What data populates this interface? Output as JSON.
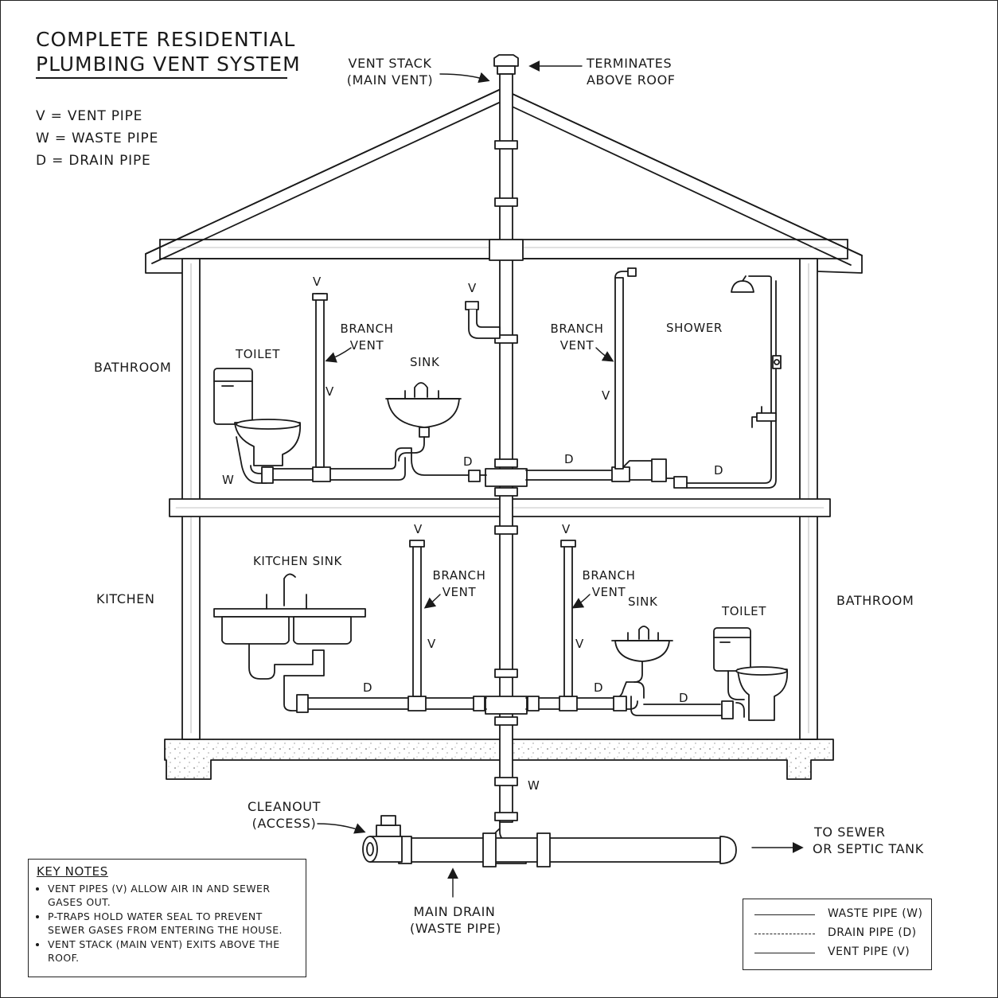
{
  "title": {
    "line1": "COMPLETE RESIDENTIAL",
    "line2": "PLUMBING VENT SYSTEM"
  },
  "abbreviations": [
    "V = VENT PIPE",
    "W = WASTE PIPE",
    "D = DRAIN PIPE"
  ],
  "callouts": {
    "vent_stack": [
      "VENT STACK",
      "(MAIN VENT)"
    ],
    "terminates": [
      "TERMINATES",
      "ABOVE ROOF"
    ],
    "cleanout": [
      "CLEANOUT",
      "(ACCESS)"
    ],
    "main_drain": [
      "MAIN DRAIN",
      "(WASTE PIPE)"
    ],
    "to_sewer": [
      "TO SEWER",
      "OR SEPTIC TANK"
    ]
  },
  "rooms": {
    "upper_left": "BATHROOM",
    "lower_left": "KITCHEN",
    "lower_right": "BATHROOM"
  },
  "fixtures": {
    "toilet_upper": "TOILET",
    "sink_upper": "SINK",
    "shower": "SHOWER",
    "kitchen_sink": "KITCHEN SINK",
    "sink_lower": "SINK",
    "toilet_lower": "TOILET"
  },
  "branch_vent": [
    "BRANCH",
    "VENT"
  ],
  "pipe_letters": {
    "vent": "V",
    "waste": "W",
    "drain": "D"
  },
  "key_notes": {
    "heading": "KEY NOTES",
    "items": [
      "VENT PIPES (V) ALLOW AIR IN AND SEWER GASES OUT.",
      "P-TRAPS HOLD WATER SEAL TO PREVENT SEWER GASES FROM ENTERING THE HOUSE.",
      "VENT STACK (MAIN VENT) EXITS ABOVE THE ROOF."
    ]
  },
  "line_key": [
    {
      "style": "solid",
      "label": "WASTE PIPE (W)"
    },
    {
      "style": "dashed",
      "label": "DRAIN PIPE (D)"
    },
    {
      "style": "solid",
      "label": "VENT PIPE (V)"
    }
  ]
}
